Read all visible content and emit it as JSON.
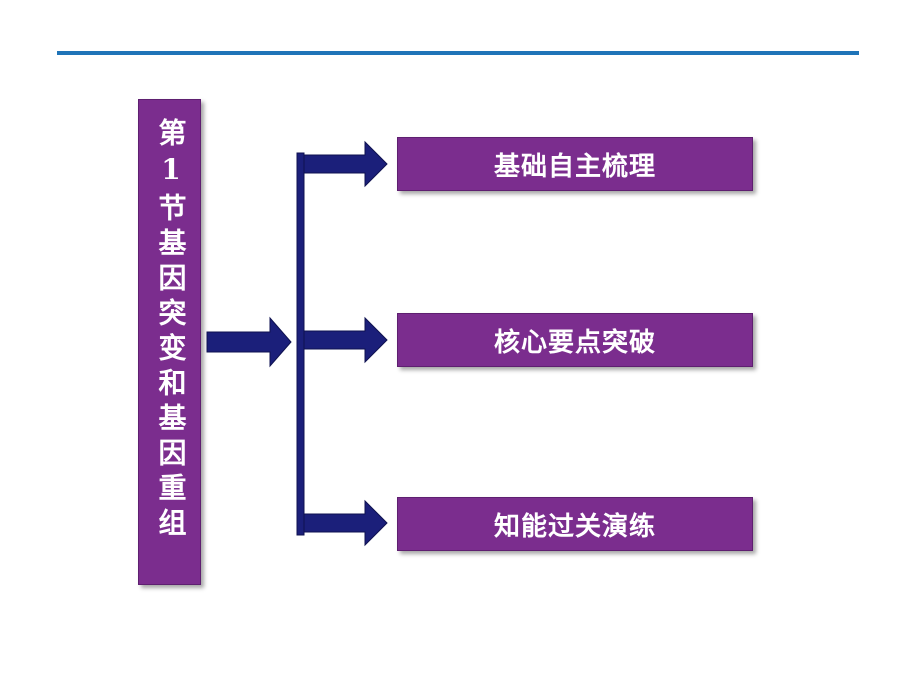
{
  "title": "第1节基因突变和基因重组",
  "nodes": [
    {
      "label": "基础自主梳理"
    },
    {
      "label": "核心要点突破"
    },
    {
      "label": "知能过关演练"
    }
  ],
  "colors": {
    "accent_line": "#1f74b8",
    "box_fill": "#7b2d8e",
    "arrow_fill": "#1b1f7a",
    "text": "#ffffff"
  }
}
